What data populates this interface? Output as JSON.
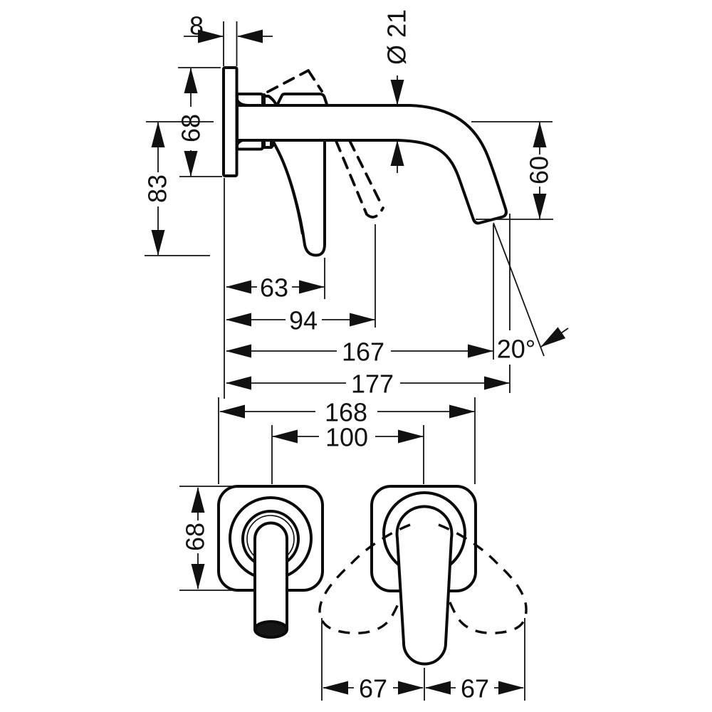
{
  "drawing": {
    "side_view": {
      "plate_thickness": "8",
      "escutcheon_height": "68",
      "overall_height": "83",
      "spout_diameter": "Ø 21",
      "spout_drop": "60",
      "lever_projection": "63",
      "lever_open_projection": "94",
      "spout_projection": "167",
      "overall_projection": "177",
      "spout_angle": "20°"
    },
    "front_view": {
      "overall_width": "168",
      "hole_spacing": "100",
      "escutcheon_height": "68",
      "spout_offset": "67",
      "handle_offset": "67"
    }
  }
}
